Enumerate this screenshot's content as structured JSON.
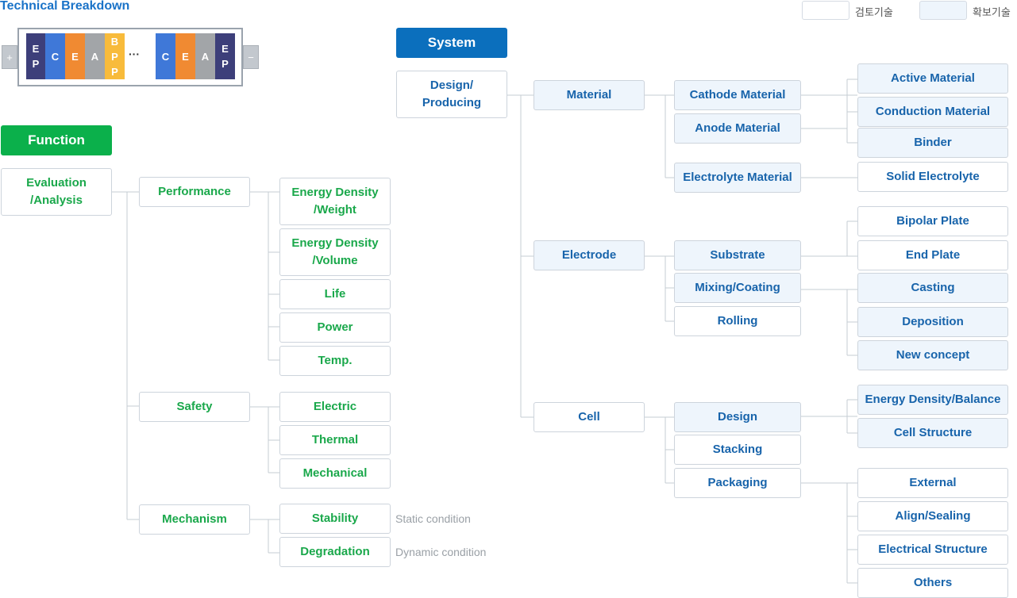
{
  "title": "Technical Breakdown",
  "legend": [
    {
      "label": "검토기술",
      "color": "#ffffff"
    },
    {
      "label": "확보기술",
      "color": "#eef5fc"
    }
  ],
  "battery": {
    "positive": "+",
    "negative": "−",
    "ellipsis": "···",
    "layers": [
      {
        "label": "E P",
        "color": "#3d3f7a"
      },
      {
        "label": "C",
        "color": "#3f78d8"
      },
      {
        "label": "E",
        "color": "#f08a32"
      },
      {
        "label": "A",
        "color": "#a2a5a8"
      },
      {
        "label": "B P P",
        "color": "#f8bb3b"
      },
      {
        "label": "C",
        "color": "#3f78d8"
      },
      {
        "label": "E",
        "color": "#f08a32"
      },
      {
        "label": "A",
        "color": "#a2a5a8"
      },
      {
        "label": "E P",
        "color": "#3d3f7a"
      }
    ]
  },
  "function": {
    "header": "Function",
    "root": "Evaluation /Analysis",
    "performance": {
      "label": "Performance",
      "items": [
        "Energy Density /Weight",
        "Energy Density /Volume",
        "Life",
        "Power",
        "Temp."
      ]
    },
    "safety": {
      "label": "Safety",
      "items": [
        "Electric",
        "Thermal",
        "Mechanical"
      ]
    },
    "mechanism": {
      "label": "Mechanism",
      "items": [
        "Stability",
        "Degradation"
      ],
      "notes": [
        "Static condition",
        "Dynamic condition"
      ]
    }
  },
  "system": {
    "header": "System",
    "root": "Design/ Producing",
    "material": {
      "label": "Material",
      "cathode": "Cathode Material",
      "anode": "Anode Material",
      "electrolyte": "Electrolyte Material",
      "cathode_items": [
        "Active Material",
        "Conduction Material",
        "Binder"
      ],
      "electrolyte_items": [
        "Solid Electrolyte"
      ]
    },
    "electrode": {
      "label": "Electrode",
      "substrate": "Substrate",
      "mixing": "Mixing/Coating",
      "rolling": "Rolling",
      "substrate_items": [
        "Bipolar Plate",
        "End Plate"
      ],
      "mixing_items": [
        "Casting",
        "Deposition",
        "New concept"
      ]
    },
    "cell": {
      "label": "Cell",
      "design": "Design",
      "stacking": "Stacking",
      "packaging": "Packaging",
      "design_items": [
        "Energy Density/Balance",
        "Cell Structure"
      ],
      "packaging_items": [
        "External",
        "Align/Sealing",
        "Electrical Structure",
        "Others"
      ]
    }
  }
}
